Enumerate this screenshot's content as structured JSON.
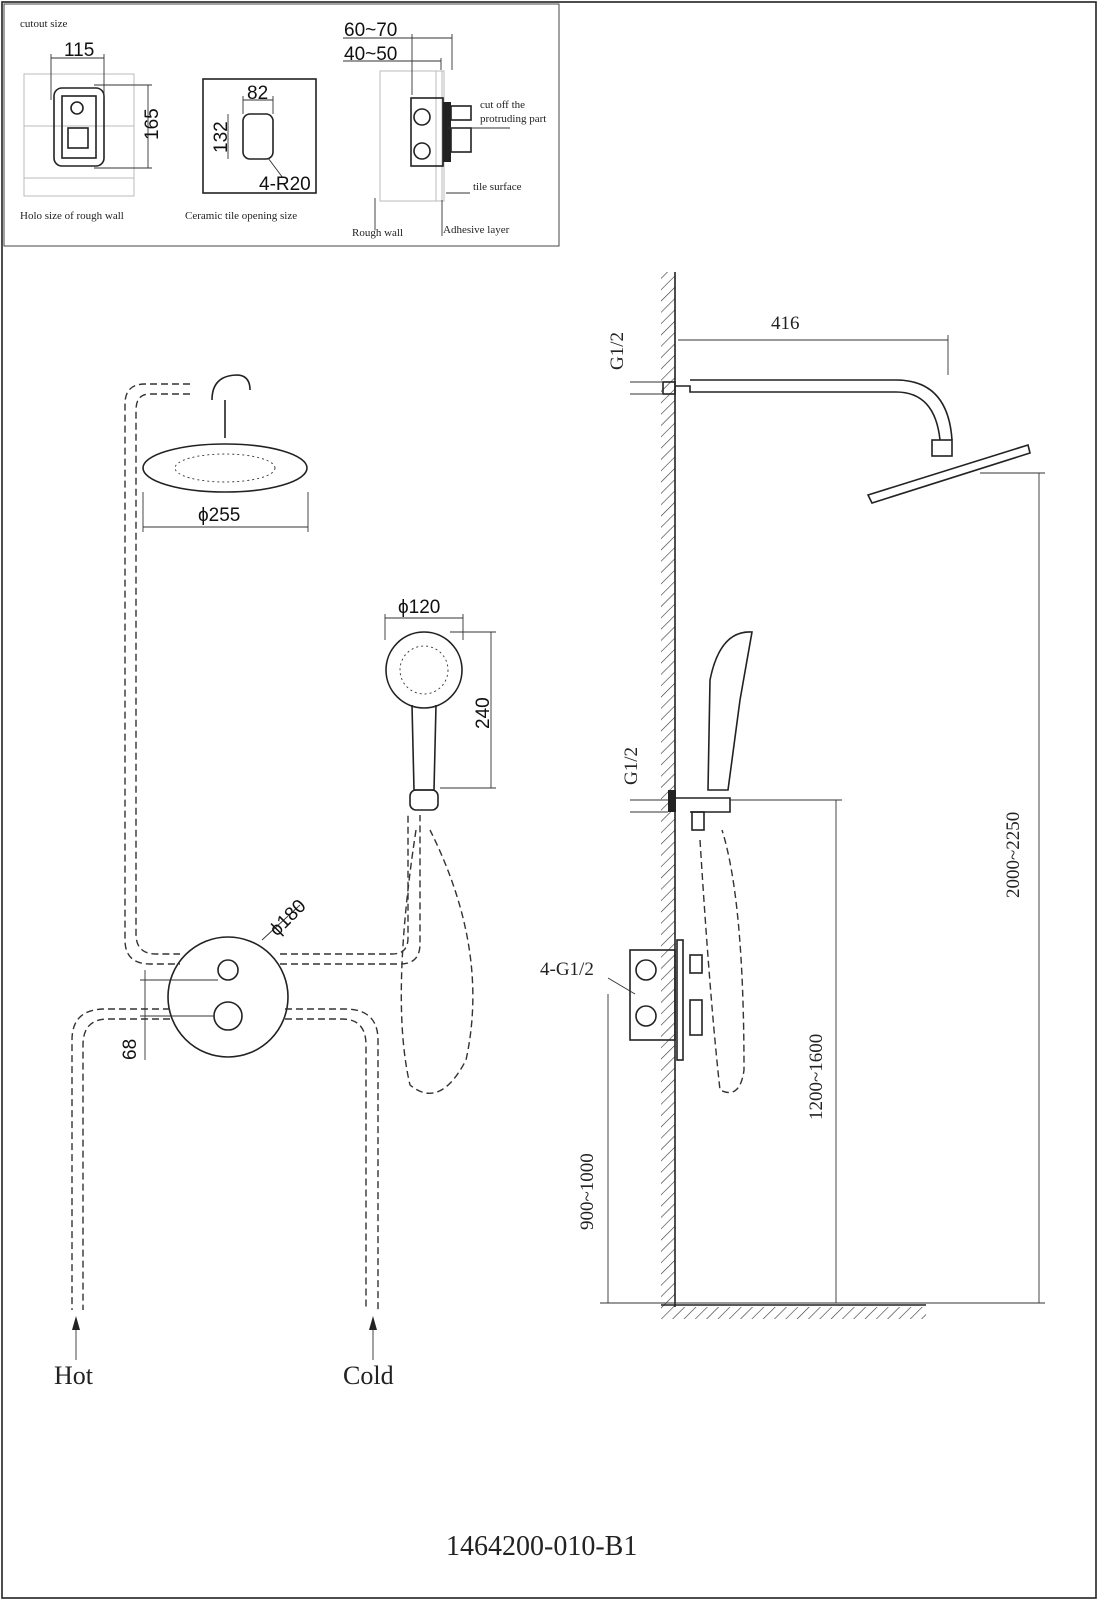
{
  "inset": {
    "cutout_label": "cutout size",
    "rough_wall": {
      "width": "115",
      "height": "165",
      "caption": "Holo size of rough wall"
    },
    "tile_opening": {
      "width": "82",
      "height": "132",
      "radius": "4-R20",
      "caption": "Ceramic tile opening size"
    },
    "section": {
      "depth_max": "60~70",
      "depth_min": "40~50",
      "cut_note_1": "cut off the",
      "cut_note_2": "protruding part",
      "tile_surface": "tile surface",
      "rough_wall": "Rough wall",
      "adhesive": "Adhesive layer"
    }
  },
  "front_view": {
    "head_diameter": "ϕ255",
    "hand_diameter": "ϕ120",
    "hand_length": "240",
    "valve_diameter": "ϕ180",
    "valve_spacing": "68",
    "hot_label": "Hot",
    "cold_label": "Cold"
  },
  "side_view": {
    "arm_thread": "G1/2",
    "arm_length": "416",
    "outlet_thread": "G1/2",
    "valve_threads": "4-G1/2",
    "head_height": "2000~2250",
    "outlet_height": "1200~1600",
    "valve_height": "900~1000"
  },
  "drawing_number": "1464200-010-B1"
}
